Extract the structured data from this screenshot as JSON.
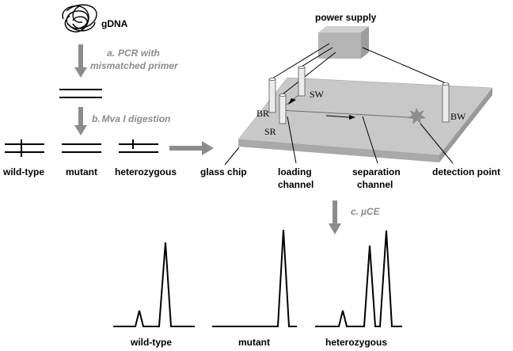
{
  "gdna_label": "gDNA",
  "step_a": {
    "letter": "a.",
    "line1": "PCR with",
    "line2": "mismatched primer"
  },
  "step_b": {
    "letter": "b.",
    "text": "Mva I digestion"
  },
  "step_c": {
    "letter": "c.",
    "text": "µCE"
  },
  "genotypes": {
    "wild_type": "wild-type",
    "mutant": "mutant",
    "heterozygous": "heterozygous"
  },
  "chip": {
    "power_supply": "power supply",
    "glass_chip": "glass chip",
    "loading_channel_1": "loading",
    "loading_channel_2": "channel",
    "separation_channel_1": "separation",
    "separation_channel_2": "channel",
    "detection_point": "detection point",
    "reservoirs": {
      "br": "BR",
      "sw": "SW",
      "sr": "SR",
      "bw": "BW"
    }
  },
  "electropherograms": {
    "labels": {
      "wild_type": "wild-type",
      "mutant": "mutant",
      "heterozygous": "heterozygous"
    }
  },
  "colors": {
    "arrow": "#8c8c8c",
    "chip_top": "#c8c8c8",
    "chip_side": "#a9a9a9",
    "power_box": "#b4b4b4",
    "laser": "#8c8c8c"
  }
}
